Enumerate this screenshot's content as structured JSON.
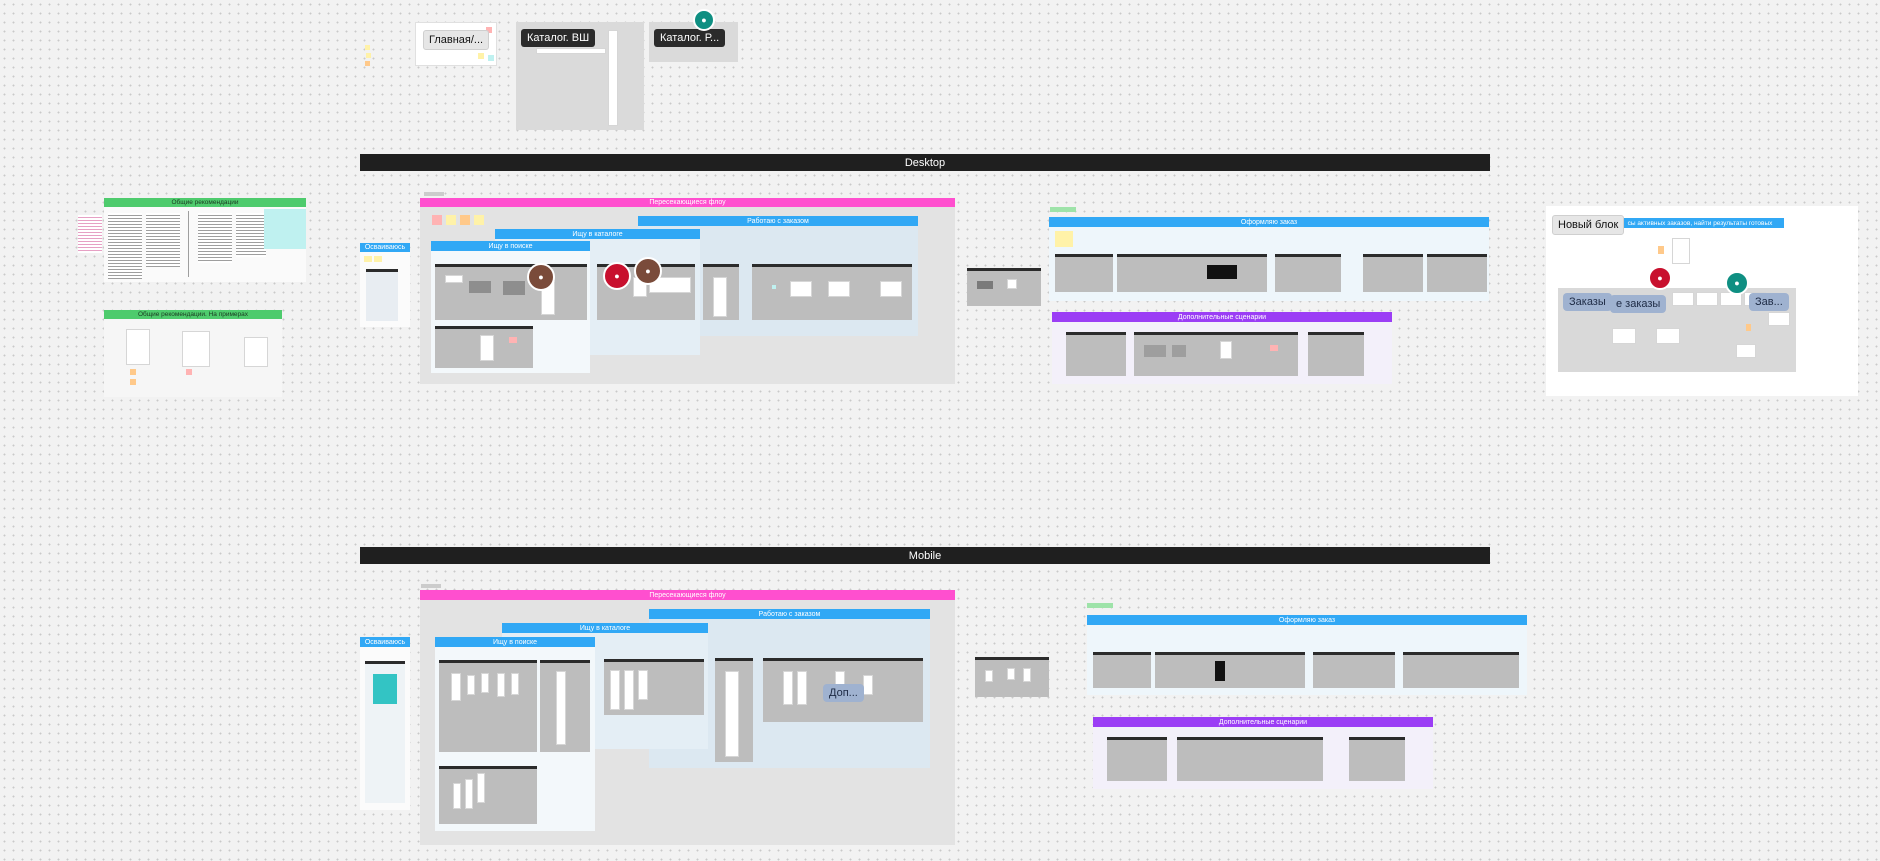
{
  "board": {
    "top_frames": [
      "Главная/...",
      "Каталог. ВШ",
      "Каталог. Р..."
    ],
    "desktop": {
      "section_title": "Desktop",
      "crossing_flows": "Пересекающиеся флоу",
      "work_orders": "Работаю с заказом",
      "search_catalog": "Ищу в каталоге",
      "search_search": "Ищу в поиске",
      "getting_used": "Осваиваюсь",
      "checkout": "Оформляю заказ",
      "extra_scenarios": "Дополнительные сценарии"
    },
    "mobile": {
      "section_title": "Mobile",
      "crossing_flows": "Пересекающиеся флоу",
      "work_orders": "Работаю с заказом",
      "search_catalog": "Ищу в каталоге",
      "search_search": "Ищу в поиске",
      "getting_used": "Осваиваюсь",
      "checkout": "Оформляю заказ",
      "extra_scenarios": "Дополнительные сценарии",
      "tooltip": "Доп..."
    },
    "recommendations": {
      "general": "Общие рекомендации",
      "examples": "Общие рекомендации. На примерах"
    },
    "right_block": {
      "new_block": "Новый блок",
      "header_fragment": "сы активных заказов, найти результаты готовых",
      "orders": "Заказы",
      "my_orders": "е заказы",
      "completed": "Зав..."
    }
  },
  "colors": {
    "black_bar": "#1f1f1f",
    "pink": "#ff4fcf",
    "blue": "#31a8f5",
    "violet": "#9b3df5",
    "green": "#4ecb6d",
    "teal_avatar": "#0f8f82",
    "red_avatar": "#c8102e"
  }
}
